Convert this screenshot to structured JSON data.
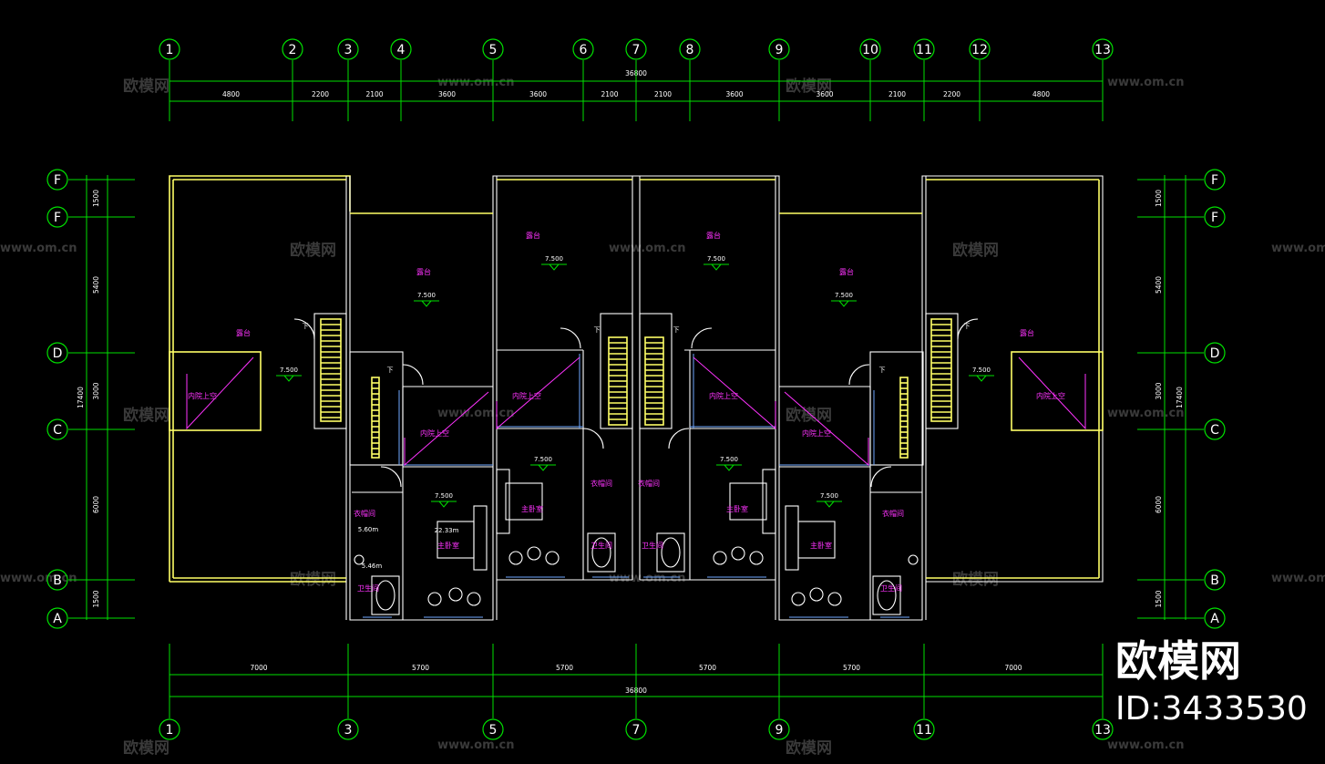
{
  "top_axes": [
    "1",
    "2",
    "3",
    "4",
    "5",
    "6",
    "7",
    "8",
    "9",
    "10",
    "11",
    "12",
    "13"
  ],
  "bottom_axes": [
    "1",
    "3",
    "5",
    "7",
    "9",
    "11",
    "13"
  ],
  "row_axes": [
    "F",
    "F",
    "D",
    "C",
    "B",
    "A"
  ],
  "top_total": "36800",
  "top_dims": [
    "4800",
    "2200",
    "2100",
    "3600",
    "3600",
    "2100",
    "2100",
    "3600",
    "3600",
    "2100",
    "2200",
    "4800"
  ],
  "bottom_dims": [
    "7000",
    "5700",
    "5700",
    "5700",
    "5700",
    "7000"
  ],
  "bottom_total": "36800",
  "left_dims": [
    "1500",
    "5400",
    "3000",
    "6000",
    "1500"
  ],
  "left_total": "17400",
  "rooms": {
    "terrace": "露台",
    "inner_court_void": "内院上空",
    "master_bedroom": "主卧室",
    "bathroom": "卫生间",
    "cloakroom": "衣帽间",
    "down": "下"
  },
  "levels": {
    "terrace_level": "7.500"
  },
  "areas": {
    "master_area": "22.33m",
    "cloak_area": "5.60m",
    "bath_area": "5.46m"
  },
  "watermark": {
    "brand": "欧模网",
    "url": "www.om.cn"
  },
  "logo": {
    "brand": "欧模网",
    "id": "ID:3433530"
  }
}
